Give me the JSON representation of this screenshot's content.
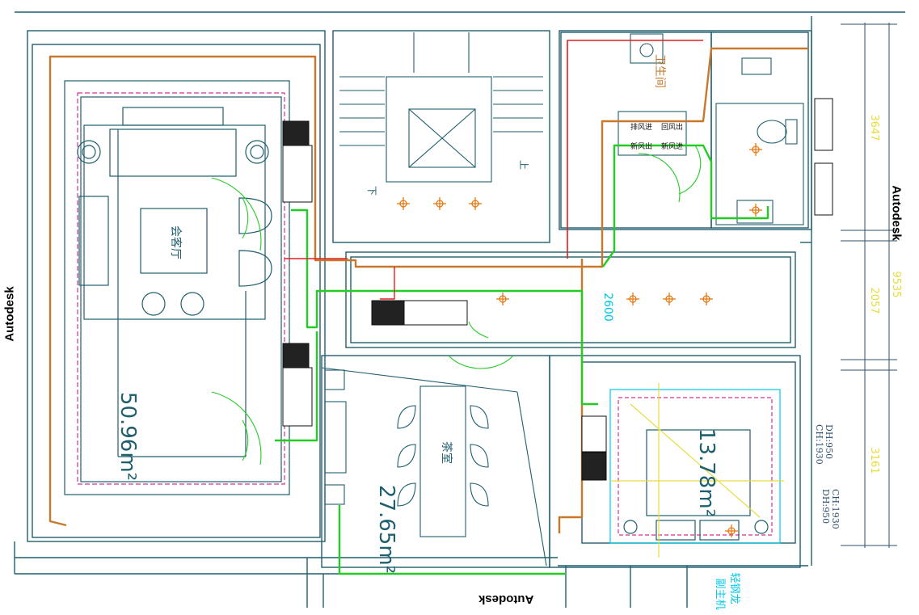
{
  "watermarks": {
    "left": "Autodesk",
    "right": "Autodesk",
    "bottom": "Autodesk"
  },
  "rooms": {
    "living_name": "会客厅",
    "living_area": "50.96m²",
    "tea_name": "茶室",
    "tea_area": "27.65m²",
    "master_area": "13.78m²",
    "bathroom_name": "卫生间"
  },
  "labels": {
    "stair_down": "下",
    "stair_up": "上",
    "fan_unit_a": "排风进",
    "fan_unit_b": "新风出",
    "fan_unit_c": "回风出",
    "fan_unit_d": "新风进",
    "height_mark": "2600",
    "ch_label_1": "CH:1930",
    "dh_label_1": "DH:950",
    "ch_label_2": "CH:1930",
    "dh_label_2": "DH:950",
    "dim_right_1": "3647",
    "dim_right_2": "2057",
    "dim_right_total": "9535",
    "dim_right_3": "3161",
    "bottom_cyan_1": "轻钢龙",
    "bottom_cyan_2": "副主机"
  },
  "colors": {
    "wall": "#1f5f6e",
    "pipe_orange": "#c8782a",
    "pipe_green": "#22cc22",
    "pipe_red": "#e02020",
    "cyan": "#00c8e6",
    "yellow": "#e6dc3c",
    "magenta": "#d2329b",
    "dim_line": "#2d4f6e",
    "light": "#e67814"
  }
}
